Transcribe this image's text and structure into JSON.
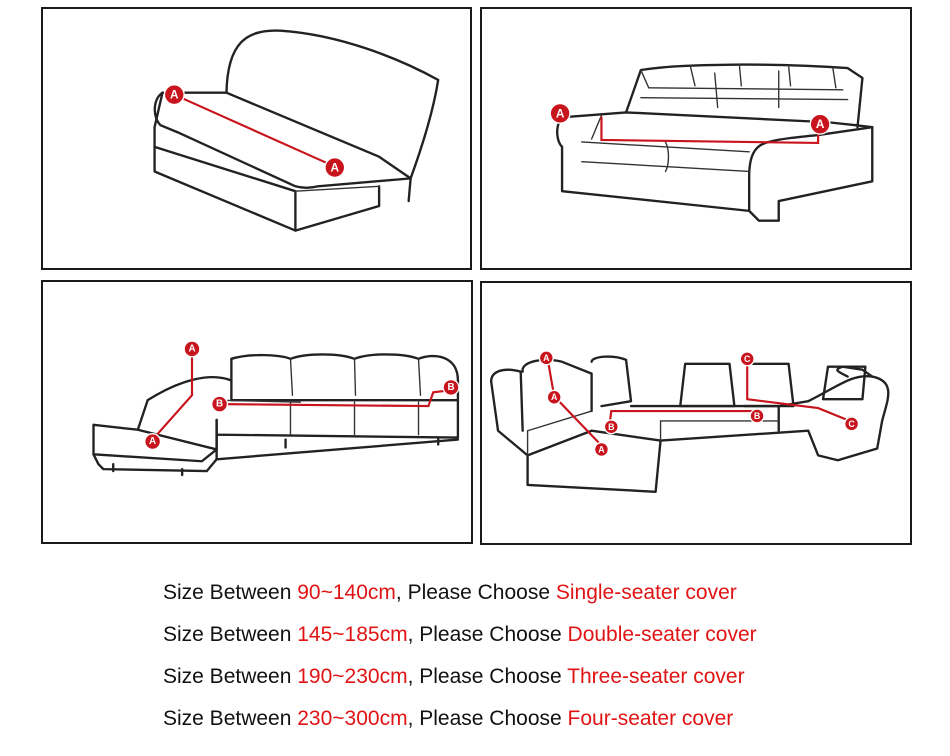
{
  "markers": {
    "panel1": [
      "A",
      "A"
    ],
    "panel2": [
      "A",
      "A"
    ],
    "panel3": [
      "A",
      "A",
      "B",
      "B"
    ],
    "panel4": [
      "A",
      "A",
      "A",
      "B",
      "B",
      "C",
      "C"
    ]
  },
  "captions": [
    {
      "prefix": "Size Between ",
      "size": "90~140cm",
      "middle": ", Please Choose ",
      "cover": "Single-seater cover"
    },
    {
      "prefix": "Size Between ",
      "size": "145~185cm",
      "middle": ", Please Choose ",
      "cover": "Double-seater cover"
    },
    {
      "prefix": "Size Between ",
      "size": "190~230cm",
      "middle": ", Please Choose ",
      "cover": "Three-seater cover"
    },
    {
      "prefix": "Size Between ",
      "size": "230~300cm",
      "middle": ", Please Choose ",
      "cover": "Four-seater cover"
    }
  ],
  "colors": {
    "measure": "#c8141c",
    "highlight_text": "#e01414",
    "outline": "#222222"
  }
}
